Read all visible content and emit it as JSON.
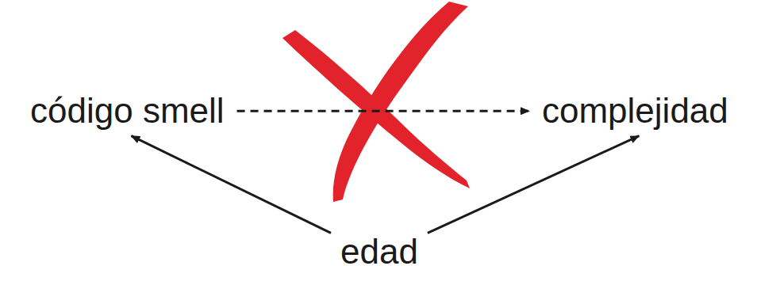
{
  "diagram": {
    "nodes": [
      {
        "text": [
          "código smell"
        ]
      },
      {
        "text": [
          "complejidad"
        ]
      },
      {
        "text": [
          "edad"
        ]
      }
    ],
    "edges": [
      {
        "from": 0,
        "to": 1,
        "arrow": "to"
      },
      {
        "from": 2,
        "to": 0,
        "arrow": "to"
      },
      {
        "from": 2,
        "to": 1,
        "arrow": "to"
      }
    ]
  }
}
